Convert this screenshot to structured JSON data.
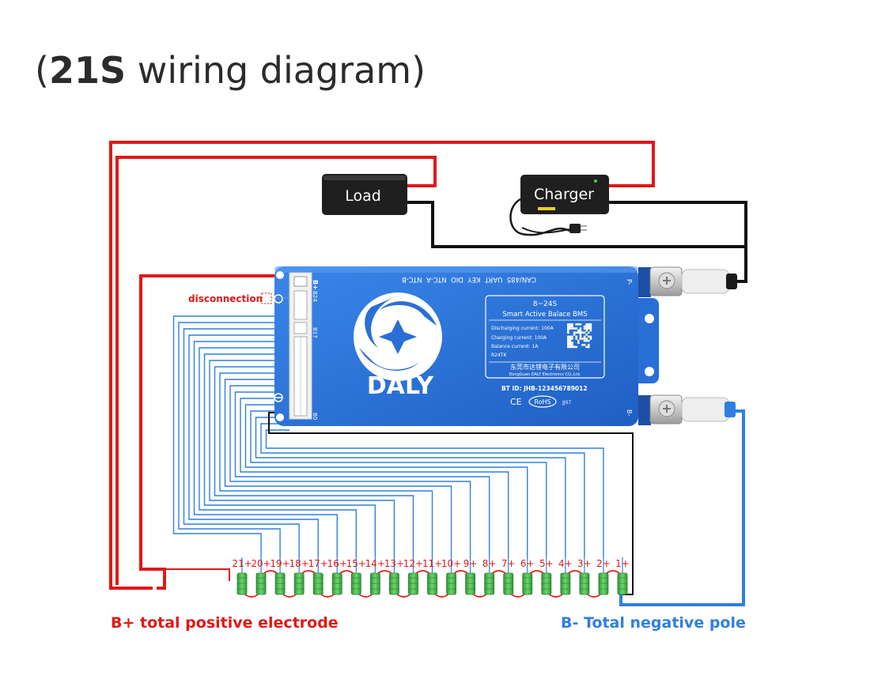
{
  "title": {
    "open_paren": "(",
    "bold_part": "21S",
    "rest": " wiring diagram",
    "close_paren": ")"
  },
  "devices": {
    "load_label": "Load",
    "charger_label": "Charger"
  },
  "bms": {
    "model": "8~24S",
    "product": "Smart Active Balace BMS",
    "specs": [
      "Discharging current: 100A",
      "Charging current: 100A",
      "Balance current: 1A",
      "R24TK"
    ],
    "maker_cn": "东莞市达锂电子有限公司",
    "maker_en": "DongGuan DALY Electronics CO.,Ltd.",
    "bt_id": "BT ID: JHB-123456789012",
    "ce_mark": "CE",
    "rohs_mark": "RoHS",
    "version": "JJ07",
    "brand": "DALY",
    "ports_label": "CAN/485  UART  KEY  DIO  NTC-A  NTC-B",
    "terminal_bplus": "B+",
    "terminal_b24": "B24",
    "terminal_b17": "B17",
    "terminal_b0": "B0",
    "out_p": "P-",
    "out_b": "B-"
  },
  "annotations": {
    "disconnection": "disconnection",
    "positive": "B+ total positive electrode",
    "negative": "B- Total negative pole"
  },
  "cells": {
    "labels": [
      "21+",
      "20+",
      "19+",
      "18+",
      "17+",
      "16+",
      "15+",
      "14+",
      "13+",
      "12+",
      "11+",
      "10+",
      "9+",
      "8+",
      "7+",
      "6+",
      "5+",
      "4+",
      "3+",
      "2+",
      "1+"
    ]
  },
  "colors": {
    "red": "#e11818",
    "blue": "#2f7fe0",
    "bms_blue": "#2a6fd6",
    "cell_green": "#3fb84a",
    "title_dark": "#2b2b2b"
  }
}
